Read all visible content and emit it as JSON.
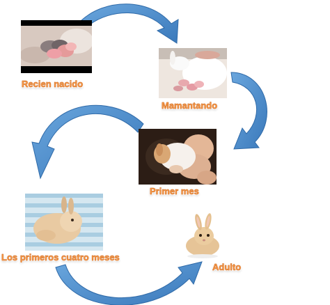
{
  "stages": [
    {
      "id": "newborn",
      "label": "Recien nacido",
      "image": "newborn-kits-photo"
    },
    {
      "id": "nursing",
      "label": "Mamantando",
      "image": "nursing-rabbit-photo"
    },
    {
      "id": "first_month",
      "label": "Primer mes",
      "image": "young-rabbit-in-hands-photo"
    },
    {
      "id": "four_months",
      "label": "Los primeros cuatro meses",
      "image": "fluffy-bunny-photo"
    },
    {
      "id": "adult",
      "label": "Adulto",
      "image": "adult-rabbit-photo"
    }
  ],
  "colors": {
    "arrow_fill": "#4f8fcf",
    "arrow_edge": "#2f6aa8",
    "label_text": "#f79a4a"
  },
  "icons": [
    "curved-arrow-icon"
  ]
}
